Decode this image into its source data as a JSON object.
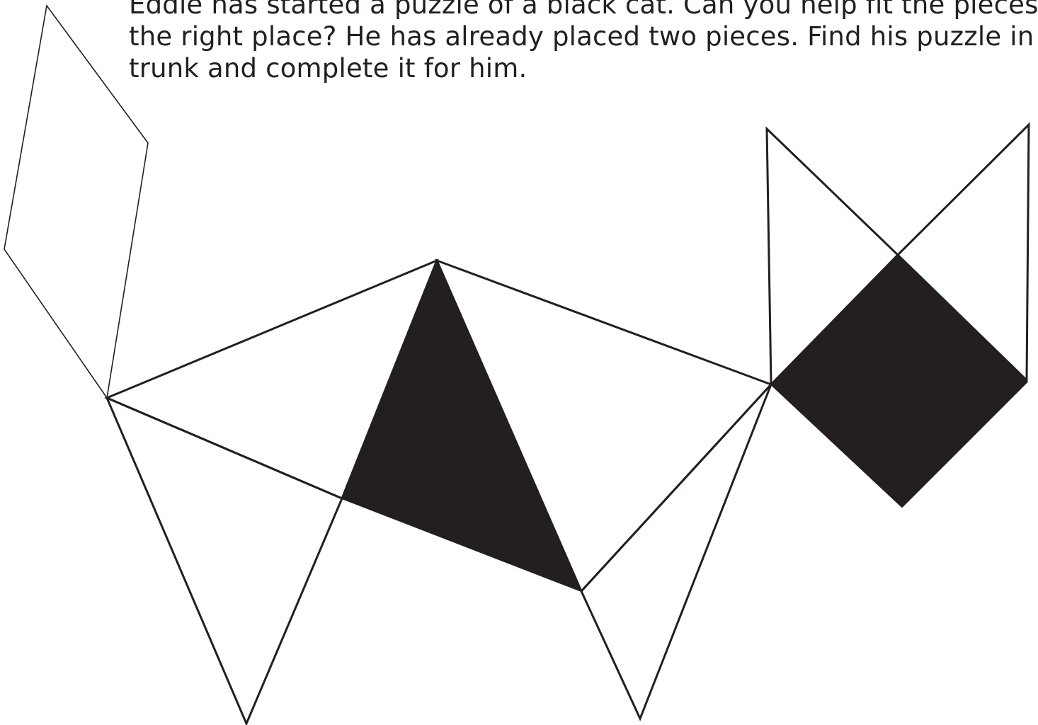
{
  "instructions": {
    "line1": "Eddie has started a puzzle of a black cat. Can you help fit the pieces in",
    "line2": "the right place? He has already placed two pieces. Find his puzzle in the",
    "line3": "trunk and complete it for him."
  },
  "colors": {
    "ink": "#231f20",
    "placed_piece": "#231f20",
    "background": "#ffffff"
  }
}
